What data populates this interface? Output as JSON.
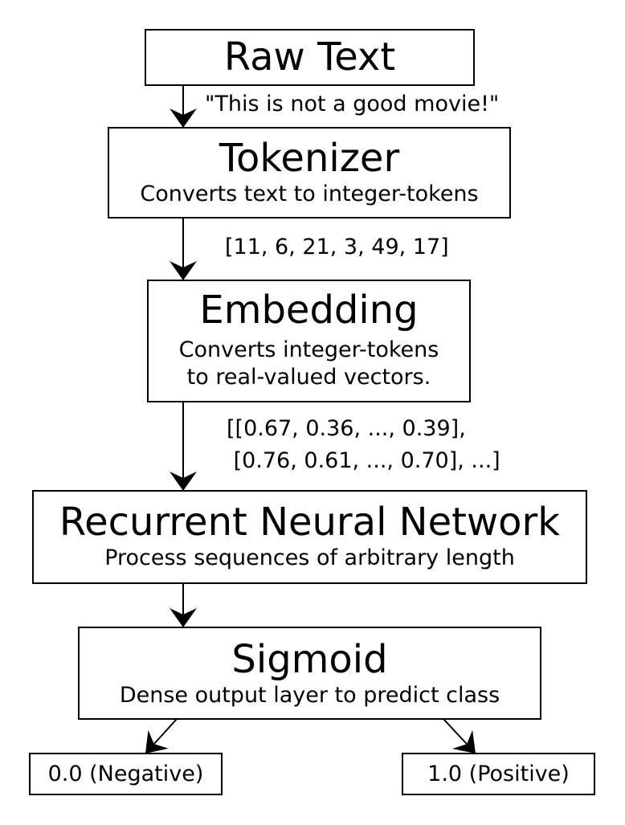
{
  "nodes": {
    "raw_text": {
      "title": "Raw Text"
    },
    "tokenizer": {
      "title": "Tokenizer",
      "desc": "Converts text to integer-tokens"
    },
    "embedding": {
      "title": "Embedding",
      "desc_line1": "Converts integer-tokens",
      "desc_line2": "to real-valued vectors."
    },
    "rnn": {
      "title": "Recurrent Neural Network",
      "desc": "Process sequences of arbitrary length"
    },
    "sigmoid": {
      "title": "Sigmoid",
      "desc": "Dense output layer to predict class"
    },
    "negative": {
      "title": "0.0 (Negative)"
    },
    "positive": {
      "title": "1.0 (Positive)"
    }
  },
  "edges": {
    "raw_to_tokenizer": "\"This is not a good movie!\"",
    "tokenizer_to_embedding": "[11, 6, 21, 3, 49, 17]",
    "embedding_to_rnn_line1": "[[0.67, 0.36, ..., 0.39],",
    "embedding_to_rnn_line2": " [0.76, 0.61, ..., 0.70], ...]"
  }
}
